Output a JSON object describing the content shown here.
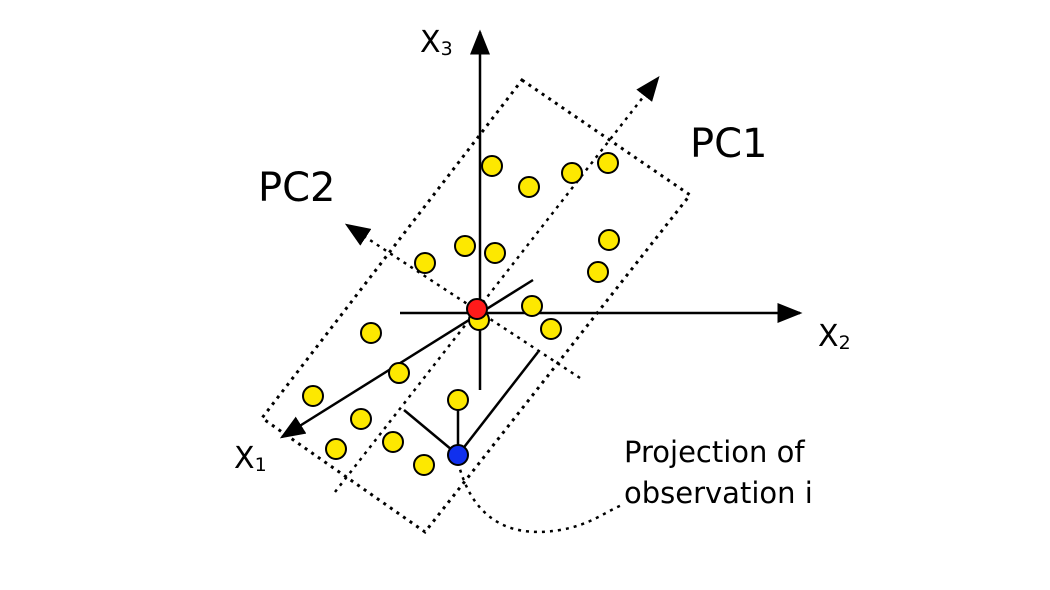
{
  "axes": {
    "x1": {
      "main": "X",
      "sub": "1"
    },
    "x2": {
      "main": "X",
      "sub": "2"
    },
    "x3": {
      "main": "X",
      "sub": "3"
    }
  },
  "components": {
    "pc1": "PC1",
    "pc2": "PC2"
  },
  "annotation": {
    "line1": "Projection of",
    "line2": "observation i"
  },
  "colors": {
    "observation": "#fde800",
    "center": "#ff1a1a",
    "projection": "#1030ee",
    "ink": "#000000"
  }
}
